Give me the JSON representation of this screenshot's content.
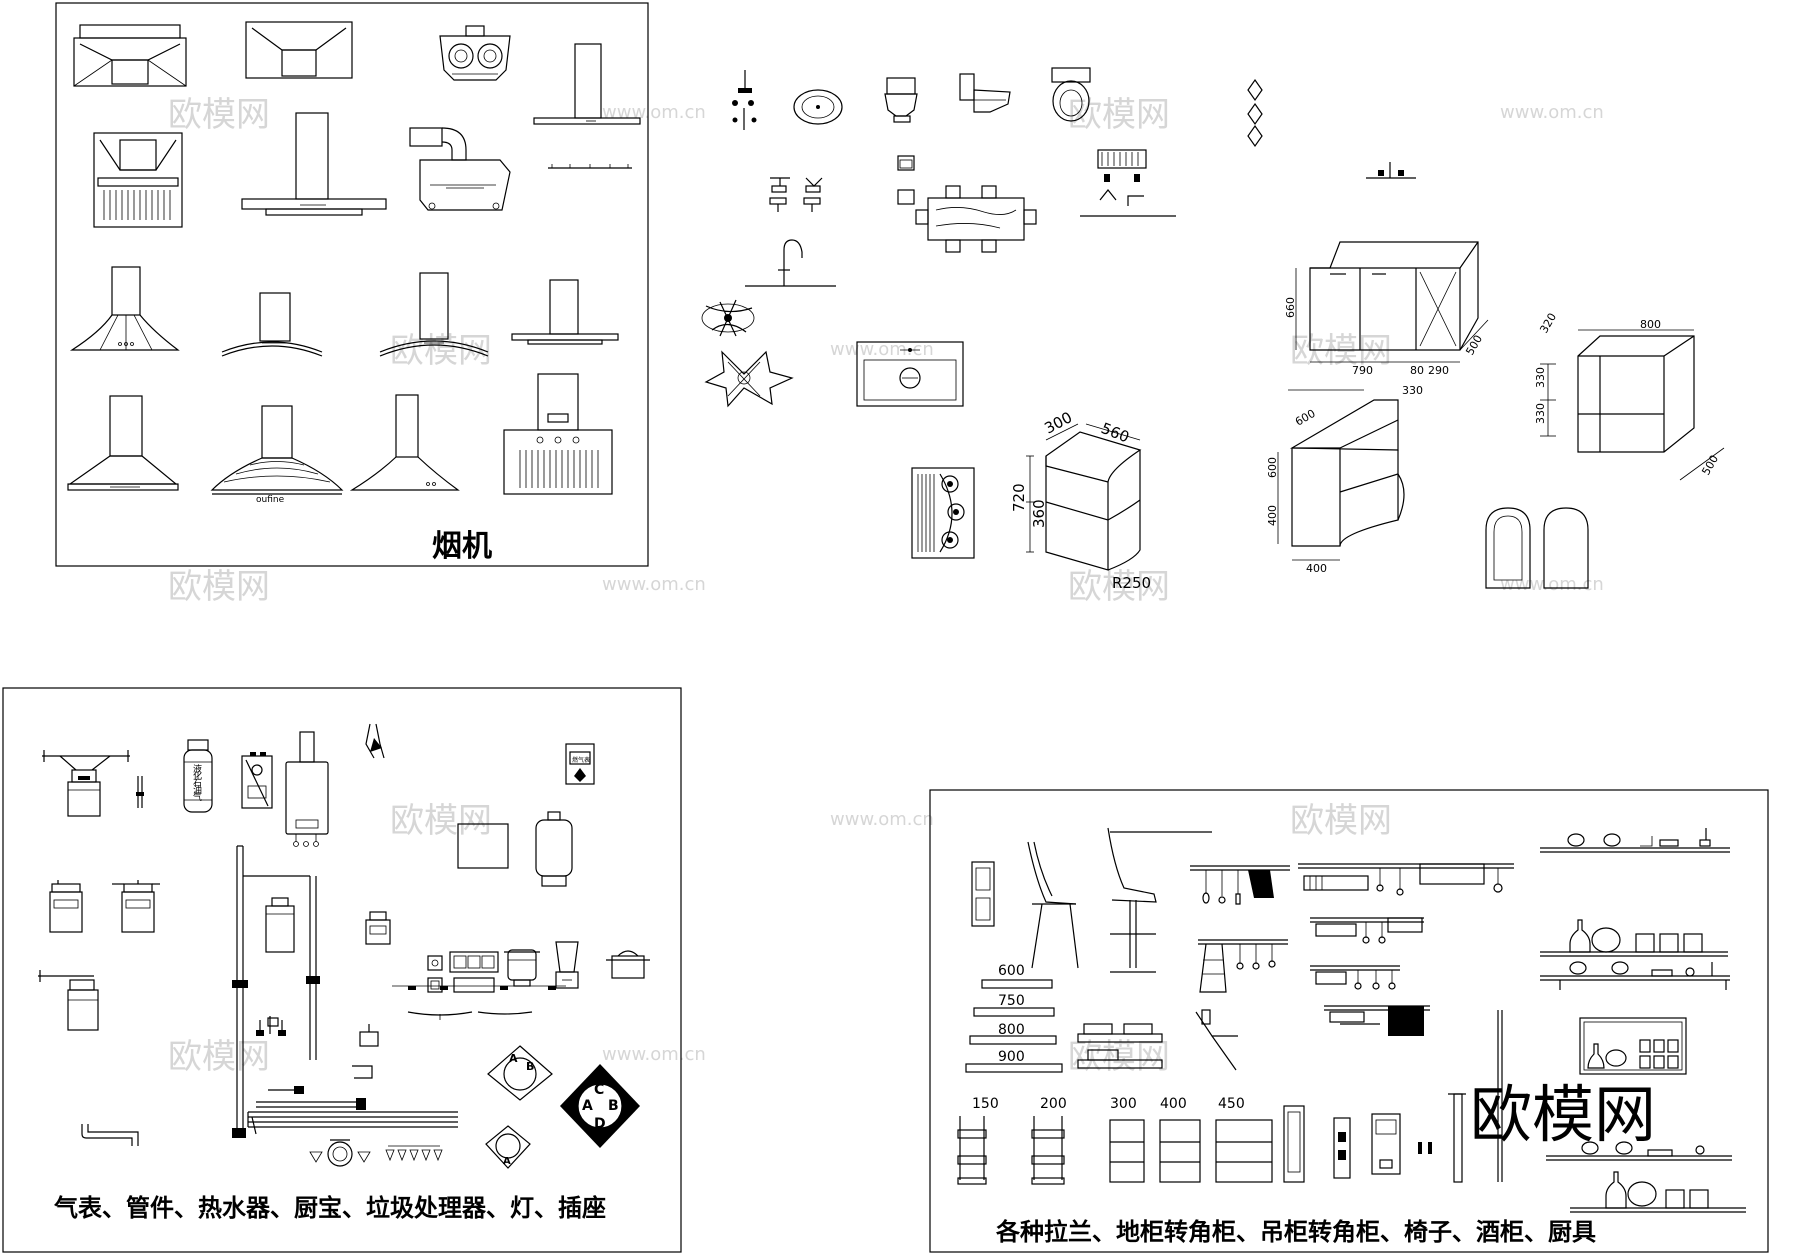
{
  "panels": {
    "hoods": {
      "title": "烟机"
    },
    "meters": {
      "title": "气表、管件、热水器、厨宝、垃圾处理器、灯、插座"
    },
    "racks": {
      "title": "各种拉兰、地柜转角柜、吊柜转角柜、椅子、酒柜、厨具"
    }
  },
  "dimensions": {
    "cab_a": [
      "660",
      "790",
      "80",
      "290",
      "500"
    ],
    "cab_b": [
      "800",
      "320",
      "330",
      "330",
      "500"
    ],
    "shelf": [
      "300",
      "560",
      "720",
      "360",
      "R250"
    ],
    "wall_cab": [
      "600",
      "330",
      "600",
      "400",
      "400"
    ],
    "rails": [
      "600",
      "750",
      "800",
      "900"
    ],
    "baskets": [
      "150",
      "200",
      "300",
      "400",
      "450"
    ]
  },
  "symbols": {
    "lpg_tank": [
      "液",
      "化",
      "石",
      "油",
      "气"
    ],
    "gas_box": "燃气表",
    "compass": [
      "A",
      "B",
      "C",
      "D"
    ],
    "hood_brand": "oufine"
  },
  "watermark": {
    "logo": "欧模网",
    "url": "www.om.cn"
  }
}
